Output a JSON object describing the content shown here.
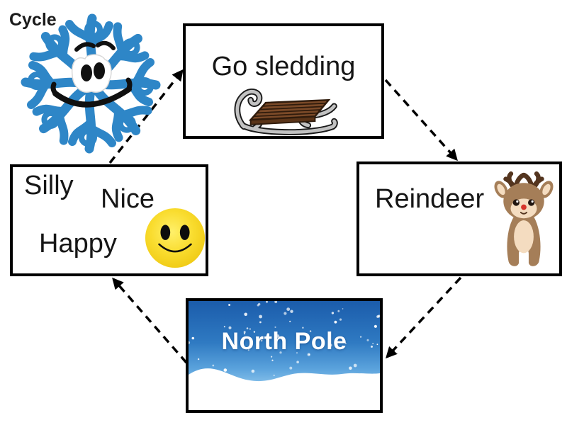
{
  "diagram": {
    "title": "Cycle",
    "type": "cycle",
    "theme": "winter"
  },
  "nodes": {
    "snowflake": {
      "icon": "snowflake-character-icon",
      "label": ""
    },
    "go_sledding": {
      "label": "Go sledding",
      "icon": "sled-icon"
    },
    "reindeer": {
      "label": "Reindeer",
      "icon": "reindeer-icon"
    },
    "traits": {
      "word1": "Silly",
      "word2": "Nice",
      "word3": "Happy",
      "icon": "smiley-face-icon"
    },
    "north_pole": {
      "label": "North Pole",
      "icon": "snowy-night-scene"
    }
  },
  "edges": [
    {
      "from": "traits",
      "to": "go_sledding",
      "style": "dashed-arrow"
    },
    {
      "from": "go_sledding",
      "to": "reindeer",
      "style": "dashed-arrow"
    },
    {
      "from": "reindeer",
      "to": "north_pole",
      "style": "dashed-arrow"
    },
    {
      "from": "north_pole",
      "to": "traits",
      "style": "dashed-arrow"
    }
  ],
  "colors": {
    "snowflake_blue": "#2E86C7",
    "smiley_yellow": "#F5D51F",
    "sky_top": "#1B5CAB",
    "sky_bottom": "#A9D8F3",
    "arrow": "#000000",
    "box_border": "#000000",
    "box_background": "#FFFFFF",
    "reindeer_body": "#A57E58",
    "reindeer_light": "#F4DCC0",
    "reindeer_antler": "#54351F",
    "reindeer_nose": "#D6332A",
    "sled_wood": "#7B4A28",
    "sled_runner": "#C2C2C2",
    "title_text": "#1A1A1A",
    "north_pole_text": "#FFFFFF"
  }
}
